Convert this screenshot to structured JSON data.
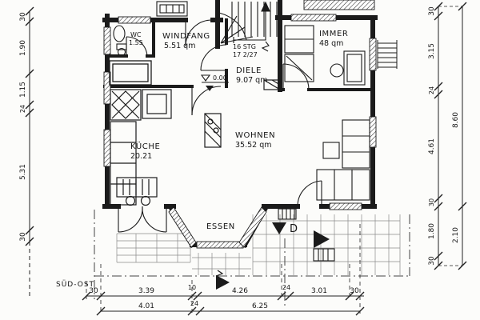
{
  "colors": {
    "ink": "#1b1b1b",
    "paper": "#fcfcfa",
    "tile_grid": "#8a8a8a"
  },
  "rooms": {
    "wc": {
      "name": "WC",
      "area": "1.55"
    },
    "windfang": {
      "name": "WINDFANG",
      "area": "5.51 qm"
    },
    "diele": {
      "name": "DIELE",
      "area": "9.07 qm"
    },
    "zimmer": {
      "name": "IMMER",
      "area": "48 qm"
    },
    "kueche": {
      "name": "KÜCHE",
      "area": "20.21"
    },
    "wohnen": {
      "name": "WOHNEN",
      "area": "35.52 qm"
    },
    "essen": {
      "name": "ESSEN"
    }
  },
  "stair": {
    "steps": "16 STG",
    "rise_run": "17 2/27"
  },
  "level_mark": {
    "value": "0.00"
  },
  "section_marker": {
    "label": "D"
  },
  "orientation": {
    "label": "SÜD-OST"
  },
  "dimensions": {
    "left": [
      "30",
      "1.90",
      "1.15",
      "24",
      "5.31",
      "30"
    ],
    "right_inner": [
      "30",
      "3.15",
      "24",
      "4.61",
      "30",
      "1.80",
      "30"
    ],
    "right_outer": [
      "8.60",
      "2.10"
    ],
    "bottom_primary": [
      "30",
      "3.39",
      "10",
      "4.26",
      "24",
      "3.01",
      "30"
    ],
    "bottom_secondary": [
      "4.01",
      "24",
      "6.25"
    ]
  }
}
